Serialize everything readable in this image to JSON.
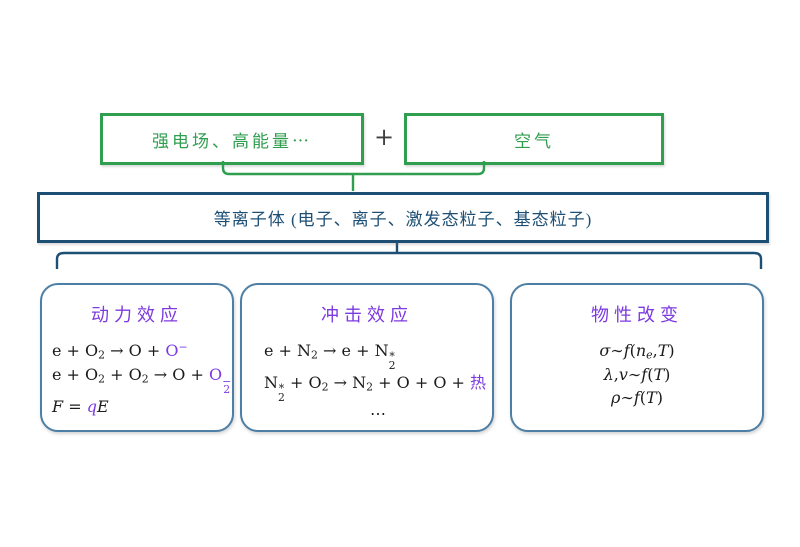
{
  "colors": {
    "green": "#2f9e4f",
    "navy": "#1d4f74",
    "steel": "#4d7fa6",
    "purple": "#7c3ae0",
    "plus": "#3f3f3f",
    "ink": "#1b1b1b"
  },
  "top": {
    "left_label": "强电场、高能量⋯",
    "plus": "+",
    "right_label": "空气"
  },
  "plasma": {
    "label": "等离子体 (电子、离子、激发态粒子、基态粒子)"
  },
  "boxes": [
    {
      "title": "动力效应",
      "align": "left",
      "equations": [
        {
          "tokens": [
            {
              "t": "e + O"
            },
            {
              "t": "2",
              "s": "sub"
            },
            {
              "t": " → O + "
            },
            {
              "t": "O",
              "c": 1
            },
            {
              "t": "−",
              "s": "sup",
              "c": 1
            }
          ]
        },
        {
          "tokens": [
            {
              "t": "e + O"
            },
            {
              "t": "2",
              "s": "sub"
            },
            {
              "t": " + O"
            },
            {
              "t": "2",
              "s": "sub"
            },
            {
              "t": " → O + "
            },
            {
              "t": "O",
              "c": 1
            },
            {
              "stk": [
                "−",
                "2"
              ],
              "c": 1
            }
          ]
        },
        {
          "tokens": [
            {
              "t": "F",
              "i": 1
            },
            {
              "t": " = "
            },
            {
              "t": "q",
              "i": 1,
              "c": 1
            },
            {
              "t": "E",
              "i": 1
            }
          ]
        }
      ]
    },
    {
      "title": "冲击效应",
      "align": "left",
      "equations": [
        {
          "tokens": [
            {
              "t": "e + N"
            },
            {
              "t": "2",
              "s": "sub"
            },
            {
              "t": " → e + N"
            },
            {
              "stk": [
                "*",
                "2"
              ]
            }
          ]
        },
        {
          "tokens": [
            {
              "t": "N"
            },
            {
              "stk": [
                "*",
                "2"
              ]
            },
            {
              "t": " + O"
            },
            {
              "t": "2",
              "s": "sub"
            },
            {
              "t": " → N"
            },
            {
              "t": "2",
              "s": "sub"
            },
            {
              "t": " + O + O + "
            },
            {
              "t": "热",
              "c": 1
            }
          ]
        },
        {
          "align": "center",
          "tokens": [
            {
              "t": "⋯"
            }
          ]
        }
      ]
    },
    {
      "title": "物性改变",
      "align": "center",
      "equations": [
        {
          "tokens": [
            {
              "t": "σ",
              "i": 1
            },
            {
              "t": "∼"
            },
            {
              "t": "f",
              "i": 1
            },
            {
              "t": "("
            },
            {
              "t": "n",
              "i": 1
            },
            {
              "t": "e",
              "s": "sub",
              "i": 1
            },
            {
              "t": ","
            },
            {
              "t": "T",
              "i": 1
            },
            {
              "t": ")"
            }
          ]
        },
        {
          "tokens": [
            {
              "t": "λ",
              "i": 1
            },
            {
              "t": ","
            },
            {
              "t": "v",
              "i": 1
            },
            {
              "t": "∼"
            },
            {
              "t": "f",
              "i": 1
            },
            {
              "t": "("
            },
            {
              "t": "T",
              "i": 1
            },
            {
              "t": ")"
            }
          ]
        },
        {
          "tokens": [
            {
              "t": "ρ",
              "i": 1
            },
            {
              "t": "∼"
            },
            {
              "t": "f",
              "i": 1
            },
            {
              "t": "("
            },
            {
              "t": "T",
              "i": 1
            },
            {
              "t": ")"
            }
          ]
        }
      ]
    }
  ]
}
